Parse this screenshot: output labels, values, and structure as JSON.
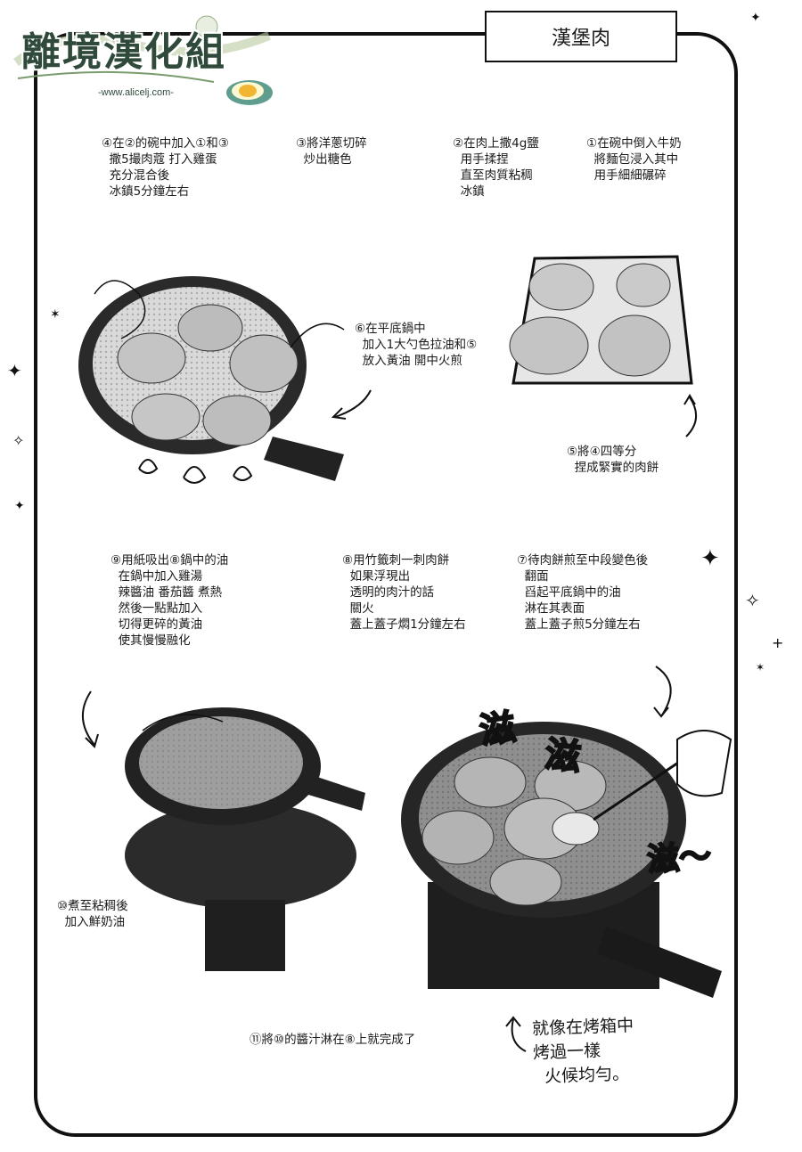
{
  "logo": {
    "title": "離境漢化組",
    "url": "-www.alicelj.com-"
  },
  "page_title": "漢堡肉",
  "steps": {
    "s1": "①在碗中倒入牛奶\n  將麵包浸入其中\n  用手細細碾碎",
    "s2": "②在肉上撒4g鹽\n  用手揉捏\n  直至肉質粘稠\n  冰鎮",
    "s3": "③將洋蔥切碎\n  炒出糖色",
    "s4": "④在②的碗中加入①和③\n  撒5撮肉蔻 打入雞蛋\n  充分混合後\n  冰鎮5分鐘左右",
    "s5": "⑤將④四等分\n  捏成緊實的肉餅",
    "s6": "⑥在平底鍋中\n  加入1大勺色拉油和⑤\n  放入黃油 開中火煎",
    "s7": "⑦待肉餅煎至中段變色後\n  翻面\n  舀起平底鍋中的油\n  淋在其表面\n  蓋上蓋子煎5分鐘左右",
    "s8": "⑧用竹籤刺一刺肉餅\n  如果浮現出\n  透明的肉汁的話\n  關火\n  蓋上蓋子燜1分鐘左右",
    "s9": "⑨用紙吸出⑧鍋中的油\n  在鍋中加入雞湯\n  辣醬油 番茄醬 煮熱\n  然後一點點加入\n  切得更碎的黃油\n  使其慢慢融化",
    "s10": "⑩煮至粘稠後\n  加入鮮奶油",
    "s11": "⑪將⑩的醬汁淋在⑧上就完成了"
  },
  "sfx": {
    "sizzle1": "滋",
    "sizzle2": "滋",
    "sizzle3": "滋～"
  },
  "handwritten_note": "就像在烤箱中\n烤過一樣\n  火候均勻。"
}
